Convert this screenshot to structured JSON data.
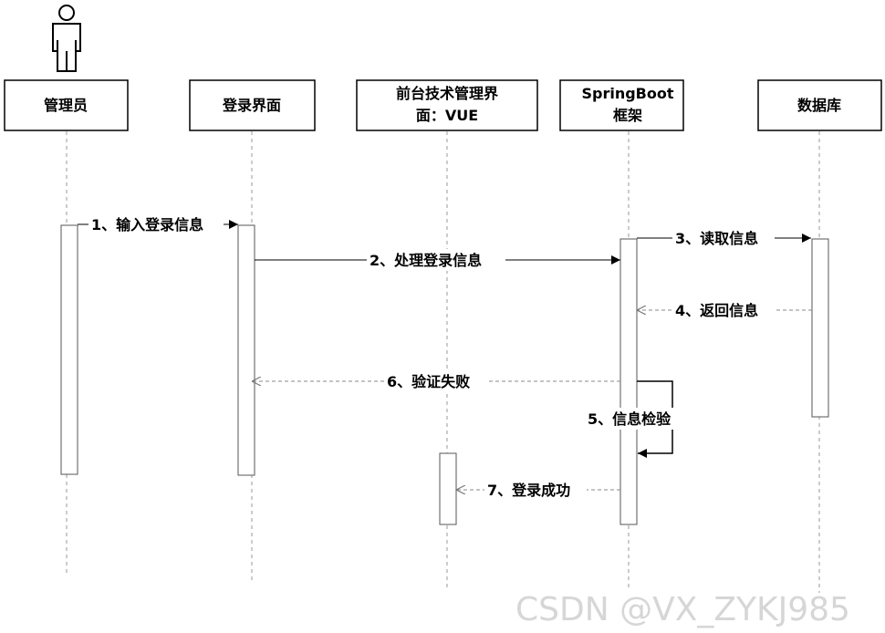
{
  "actor": {
    "icon": "person-icon"
  },
  "participants": [
    {
      "id": "admin",
      "lines": [
        "管理员"
      ]
    },
    {
      "id": "login",
      "lines": [
        "登录界面"
      ]
    },
    {
      "id": "frontend",
      "lines": [
        "前台技术管理界",
        "面：VUE"
      ]
    },
    {
      "id": "springboot",
      "lines": [
        "SpringBoot",
        "框架"
      ]
    },
    {
      "id": "db",
      "lines": [
        "数据库"
      ]
    }
  ],
  "messages": [
    {
      "id": "m1",
      "label": "1、输入登录信息",
      "from": "admin",
      "to": "login",
      "style": "solid"
    },
    {
      "id": "m2",
      "label": "2、处理登录信息",
      "from": "login",
      "to": "springboot",
      "style": "solid"
    },
    {
      "id": "m3",
      "label": "3、读取信息",
      "from": "springboot",
      "to": "db",
      "style": "solid"
    },
    {
      "id": "m4",
      "label": "4、返回信息",
      "from": "db",
      "to": "springboot",
      "style": "dashed"
    },
    {
      "id": "m5",
      "label": "5、信息检验",
      "from": "springboot",
      "to": "springboot",
      "style": "self"
    },
    {
      "id": "m6",
      "label": "6、验证失败",
      "from": "springboot",
      "to": "login",
      "style": "dashed"
    },
    {
      "id": "m7",
      "label": "7、登录成功",
      "from": "springboot",
      "to": "frontend",
      "style": "dashed"
    }
  ],
  "watermark": "CSDN @VX_ZYKJ985"
}
